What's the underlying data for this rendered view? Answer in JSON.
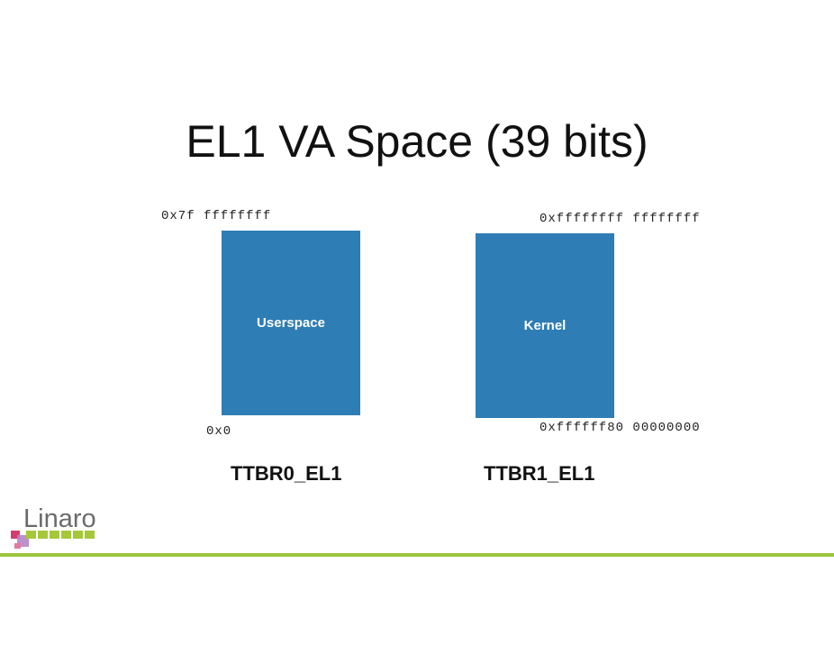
{
  "title": "EL1 VA Space (39 bits)",
  "user": {
    "top_addr": "0x7f ffffffff",
    "label": "Userspace",
    "bottom_addr": "0x0",
    "register": "TTBR0_EL1"
  },
  "kernel": {
    "top_addr": "0xffffffff ffffffff",
    "label": "Kernel",
    "bottom_addr": "0xffffff80 00000000",
    "register": "TTBR1_EL1"
  },
  "logo": {
    "text": "Linaro"
  },
  "colors": {
    "box": "#2e7db5",
    "accent": "#9cc53c"
  }
}
